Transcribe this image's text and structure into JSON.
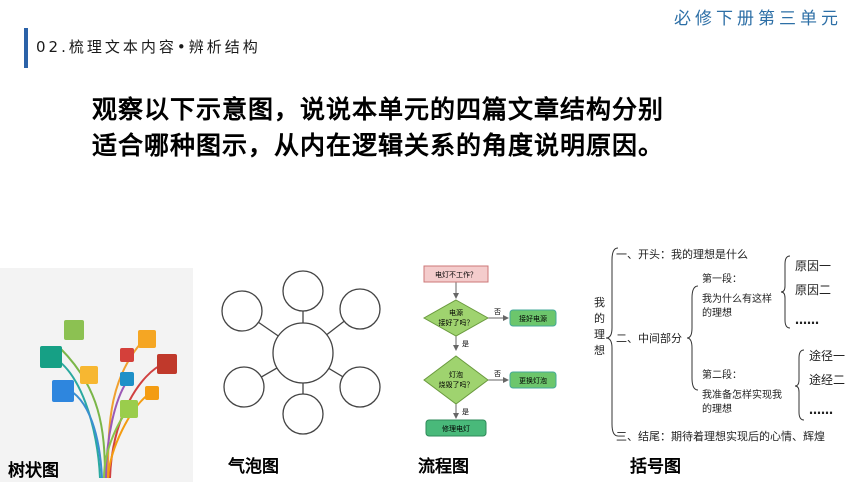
{
  "header": {
    "book_label": "必修下册第三单元",
    "section_title": "02.梳理文本内容•辨析结构"
  },
  "question": {
    "line1": "观察以下示意图，说说本单元的四篇文章结构分别",
    "line2": "适合哪种图示，从内在逻辑关系的角度说明原因。"
  },
  "captions": {
    "tree": "树状图",
    "bubble": "气泡图",
    "flow": "流程图",
    "bracket": "括号图"
  },
  "flowchart": {
    "start": "电灯不工作？",
    "q1_line1": "电源",
    "q1_line2": "接好了吗？",
    "yes_label": "是",
    "no_label": "否",
    "fix1": "接好电源",
    "q2_line1": "灯泡",
    "q2_line2": "烧毁了吗？",
    "fix2": "更换灯泡",
    "end": "修理电灯"
  },
  "bracket_diagram": {
    "root_chars": [
      "我",
      "的",
      "理",
      "想"
    ],
    "part1": "一、开头：我的理想是什么",
    "part2": "二、中间部分",
    "seg1_title": "第一段：",
    "seg1_line1": "我为什么有这样",
    "seg1_line2": "的理想",
    "reason1": "原因一",
    "reason2": "原因二",
    "ellipsis": "……",
    "seg2_title": "第二段：",
    "seg2_line1": "我准备怎样实现我",
    "seg2_line2": "的理想",
    "path1": "途径一",
    "path2": "途经二",
    "part3": "三、结尾：期待着理想实现后的心情、辉煌"
  },
  "colors": {
    "accent_blue": "#2b62a8",
    "flow_start_box": "#f4cccc",
    "flow_decision": "#9fd36f",
    "flow_action": "#6cc66c",
    "flow_end": "#49b97a"
  }
}
